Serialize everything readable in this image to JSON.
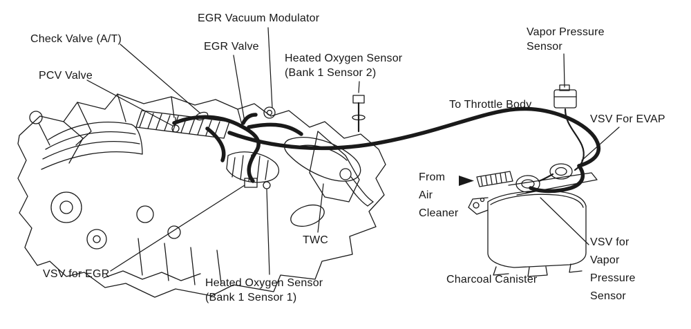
{
  "diagram_title": "Engine emission control component location diagram",
  "colors": {
    "ink": "#1a1a1a",
    "background": "#ffffff"
  },
  "labels": {
    "egr_vacuum_modulator": "EGR Vacuum Modulator",
    "check_valve_at": "Check Valve (A/T)",
    "egr_valve": "EGR Valve",
    "heated_o2_sensor_bank1_sensor2": "Heated Oxygen Sensor\n(Bank 1 Sensor 2)",
    "pcv_valve": "PCV Valve",
    "vapor_pressure_sensor": "Vapor Pressure\nSensor",
    "to_throttle_body": "To Throttle Body",
    "vsv_for_evap": "VSV For EVAP",
    "from_air_cleaner": "From\nAir\nCleaner",
    "twc": "TWC",
    "vsv_for_egr": "VSV for EGR",
    "heated_o2_sensor_bank1_sensor1": "Heated Oxygen Sensor\n(Bank 1 Sensor 1)",
    "charcoal_canister": "Charcoal Canister",
    "vsv_for_vapor_pressure_sensor": "VSV for\nVapor\nPressure\nSensor"
  }
}
